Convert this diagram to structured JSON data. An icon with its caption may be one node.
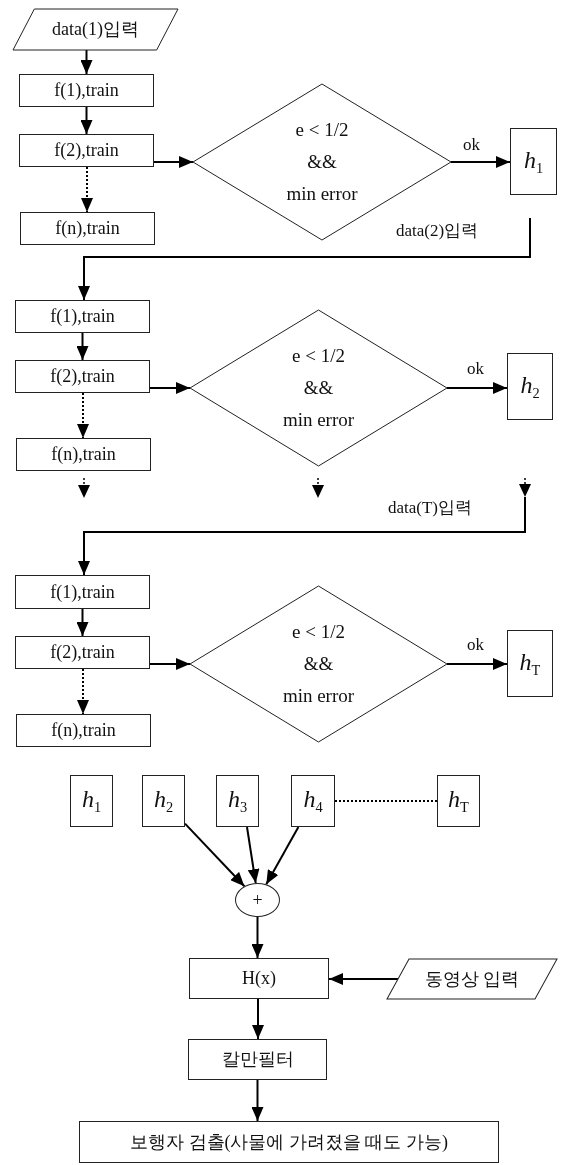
{
  "diagram": {
    "nodes": [
      {
        "text": [
          "data(1)입력"
        ]
      },
      {
        "text": [
          "f(1),train"
        ]
      },
      {
        "text": [
          "f(2),train"
        ]
      },
      {
        "text": [
          "f(n),train"
        ]
      },
      {
        "text": [
          "e < 1/2",
          "&&",
          "min error"
        ]
      },
      {
        "text": [
          "*h*$_{1}$"
        ]
      },
      {
        "text": [
          "f(1),train"
        ]
      },
      {
        "text": [
          "f(2),train"
        ]
      },
      {
        "text": [
          "f(n),train"
        ]
      },
      {
        "text": [
          "e < 1/2",
          "&&",
          "min error"
        ]
      },
      {
        "text": [
          "*h*$_{2}$"
        ]
      },
      {
        "text": [
          "f(1),train"
        ]
      },
      {
        "text": [
          "f(2),train"
        ]
      },
      {
        "text": [
          "f(n),train"
        ]
      },
      {
        "text": [
          "e < 1/2",
          "&&",
          "min error"
        ]
      },
      {
        "text": [
          "*h*$_{T}$"
        ]
      },
      {
        "text": [
          "*h*$_{1}$"
        ]
      },
      {
        "text": [
          "*h*$_{2}$"
        ]
      },
      {
        "text": [
          "*h*$_{3}$"
        ]
      },
      {
        "text": [
          "*h*$_{4}$"
        ]
      },
      {
        "text": [
          "*h*$_{T}$"
        ]
      },
      {
        "text": [
          "+"
        ]
      },
      {
        "text": [
          "H(x)"
        ]
      },
      {
        "text": [
          "동영상 입력"
        ]
      },
      {
        "text": [
          "칼만필터"
        ]
      },
      {
        "text": [
          "보행자 검출(사물에 가려졌을 때도 가능)"
        ]
      }
    ],
    "edges": [
      {
        "from": 0,
        "to": 1,
        "arrow": "to"
      },
      {
        "from": 1,
        "to": 2,
        "arrow": "to"
      },
      {
        "from": 2,
        "to": 3,
        "arrow": "to",
        "style": "dashed"
      },
      {
        "from": 2,
        "to": 4,
        "arrow": "to"
      },
      {
        "from": 4,
        "to": 5,
        "arrow": "to",
        "label": "ok"
      },
      {
        "from": null,
        "to": 6,
        "arrow": "to",
        "label": "data(2)입력"
      },
      {
        "from": 6,
        "to": 7,
        "arrow": "to"
      },
      {
        "from": 7,
        "to": 8,
        "arrow": "to",
        "style": "dashed"
      },
      {
        "from": 7,
        "to": 9,
        "arrow": "to"
      },
      {
        "from": 9,
        "to": 10,
        "arrow": "to",
        "label": "ok"
      },
      {
        "from": null,
        "to": 11,
        "arrow": "to",
        "label": "data(T)입력"
      },
      {
        "from": 11,
        "to": 12,
        "arrow": "to"
      },
      {
        "from": 12,
        "to": 13,
        "arrow": "to",
        "style": "dashed"
      },
      {
        "from": 12,
        "to": 14,
        "arrow": "to"
      },
      {
        "from": 14,
        "to": 15,
        "arrow": "to",
        "label": "ok"
      },
      {
        "from": 19,
        "to": 20,
        "arrow": "none",
        "style": "dashed"
      },
      {
        "from": 17,
        "to": 21,
        "arrow": "to"
      },
      {
        "from": 18,
        "to": 21,
        "arrow": "to"
      },
      {
        "from": 19,
        "to": 21,
        "arrow": "to"
      },
      {
        "from": 21,
        "to": 22,
        "arrow": "to"
      },
      {
        "from": 23,
        "to": 22,
        "arrow": "to"
      },
      {
        "from": 22,
        "to": 24,
        "arrow": "to"
      },
      {
        "from": 24,
        "to": 25,
        "arrow": "to"
      }
    ]
  }
}
